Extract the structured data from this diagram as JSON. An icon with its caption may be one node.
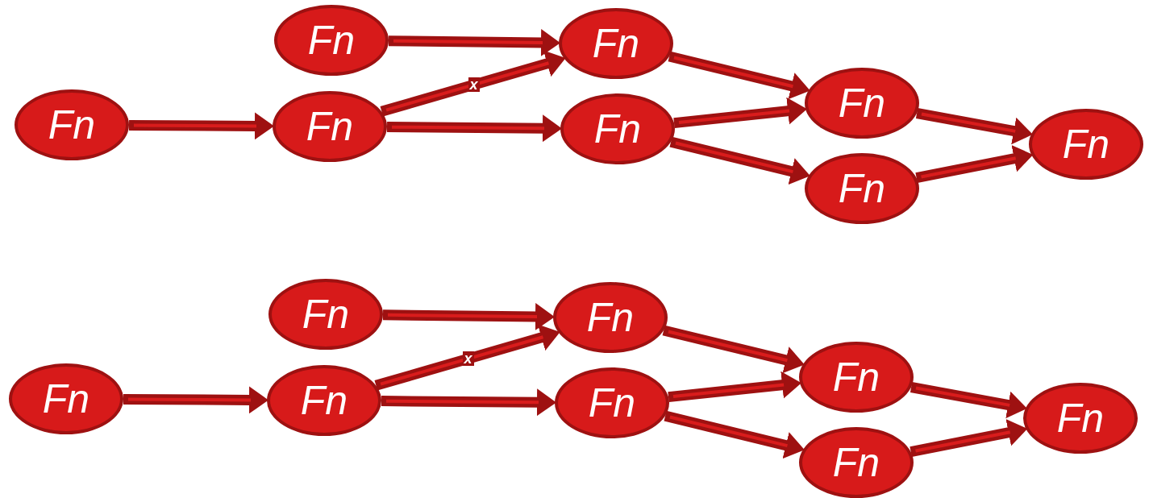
{
  "diagram": {
    "nodes": [
      {
        "text": [
          "Fn"
        ]
      },
      {
        "text": [
          "Fn"
        ]
      },
      {
        "text": [
          "Fn"
        ]
      },
      {
        "text": [
          "Fn"
        ]
      },
      {
        "text": [
          "Fn"
        ]
      },
      {
        "text": [
          "Fn"
        ]
      },
      {
        "text": [
          "Fn"
        ]
      },
      {
        "text": [
          "Fn"
        ]
      },
      {
        "text": [
          "Fn"
        ]
      },
      {
        "text": [
          "Fn"
        ]
      },
      {
        "text": [
          "Fn"
        ]
      },
      {
        "text": [
          "Fn"
        ]
      },
      {
        "text": [
          "Fn"
        ]
      },
      {
        "text": [
          "Fn"
        ]
      },
      {
        "text": [
          "Fn"
        ]
      },
      {
        "text": [
          "Fn"
        ]
      }
    ],
    "edges": [
      {
        "from": 0,
        "to": 2,
        "arrow": "to"
      },
      {
        "from": 1,
        "to": 3,
        "arrow": "to"
      },
      {
        "from": 2,
        "to": 3,
        "arrow": "to",
        "label": "x"
      },
      {
        "from": 2,
        "to": 4,
        "arrow": "to"
      },
      {
        "from": 3,
        "to": 5,
        "arrow": "to"
      },
      {
        "from": 4,
        "to": 5,
        "arrow": "to"
      },
      {
        "from": 4,
        "to": 6,
        "arrow": "to"
      },
      {
        "from": 5,
        "to": 7,
        "arrow": "to"
      },
      {
        "from": 6,
        "to": 7,
        "arrow": "to"
      },
      {
        "from": 8,
        "to": 10,
        "arrow": "to"
      },
      {
        "from": 9,
        "to": 11,
        "arrow": "to"
      },
      {
        "from": 10,
        "to": 11,
        "arrow": "to",
        "label": "x"
      },
      {
        "from": 10,
        "to": 12,
        "arrow": "to"
      },
      {
        "from": 11,
        "to": 13,
        "arrow": "to"
      },
      {
        "from": 12,
        "to": 13,
        "arrow": "to"
      },
      {
        "from": 12,
        "to": 14,
        "arrow": "to"
      },
      {
        "from": 13,
        "to": 15,
        "arrow": "to"
      },
      {
        "from": 14,
        "to": 15,
        "arrow": "to"
      }
    ]
  }
}
